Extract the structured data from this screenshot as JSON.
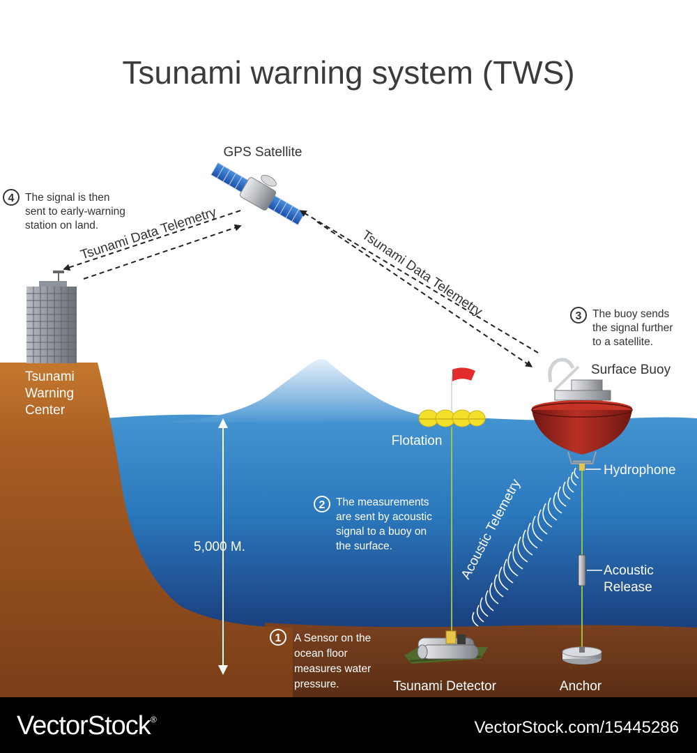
{
  "title": "Tsunami warning system (TWS)",
  "labels": {
    "gps_satellite": "GPS Satellite",
    "telemetry_left": "Tsunami Data Telemetry",
    "telemetry_right": "Tsunami Data Telemetry",
    "acoustic_telemetry": "Acoustic Telemetry",
    "warning_center": [
      "Tsunami",
      "Warning",
      "Center"
    ],
    "surface_buoy": "Surface Buoy",
    "flotation": "Flotation",
    "hydrophone": "Hydrophone",
    "acoustic_release": [
      "Acoustic",
      "Release"
    ],
    "depth": "5,000 M.",
    "tsunami_detector": "Tsunami Detector",
    "anchor": "Anchor"
  },
  "steps": [
    {
      "number": "1",
      "lines": [
        "A Sensor on the",
        "ocean floor",
        "measures water",
        "pressure."
      ]
    },
    {
      "number": "2",
      "lines": [
        "The measurements",
        "are sent by acoustic",
        "signal to a buoy on",
        "the surface."
      ]
    },
    {
      "number": "3",
      "lines": [
        "The buoy sends",
        "the signal further",
        "to a satellite."
      ]
    },
    {
      "number": "4",
      "lines": [
        "The signal is then",
        "sent to early-warning",
        "station on land."
      ]
    }
  ],
  "footer": {
    "brand": "VectorStock",
    "brand_mark": "®",
    "url": "VectorStock.com/15445286"
  },
  "colors": {
    "sea_top": "#3f8fcd",
    "sea_bottom": "#142a57",
    "ground": "#8a4a1e",
    "ground_light": "#c2742c",
    "buoy_red": "#a8281e",
    "flotation_yellow": "#f3e02a",
    "flag_red": "#e32c2c",
    "footer_bg": "#000000"
  }
}
